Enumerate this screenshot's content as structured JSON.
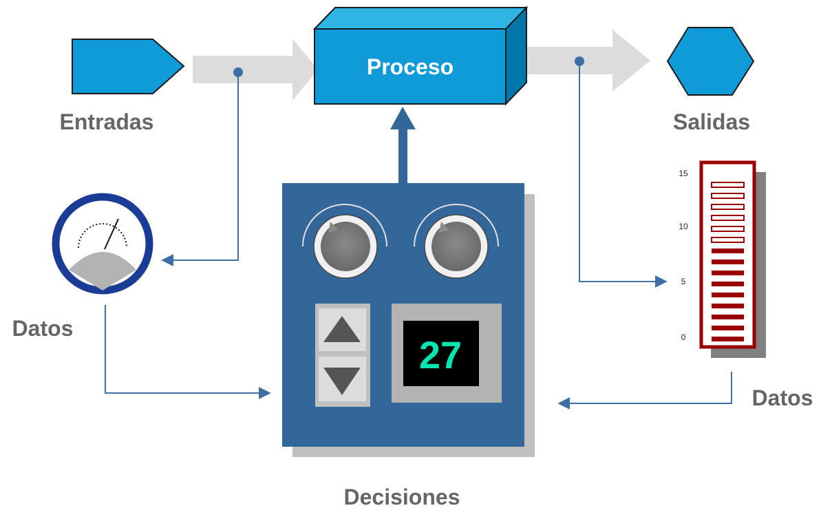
{
  "labels": {
    "entradas": "Entradas",
    "proceso": "Proceso",
    "salidas": "Salidas",
    "datos_left": "Datos",
    "datos_right": "Datos",
    "decisiones": "Decisiones"
  },
  "display": {
    "value": "27"
  },
  "scale": {
    "ticks": [
      "15",
      "10",
      "5",
      "0"
    ],
    "filled_bars": 9,
    "total_bars": 15
  },
  "colors": {
    "process_blue": "#0f9bd7",
    "panel_blue": "#336699",
    "arrow_gray": "#dcdcdc",
    "line_blue": "#3d6fa3",
    "bar_red": "#9b0000",
    "label_gray": "#666666",
    "display_text": "#00e6b0"
  },
  "icons": [
    "input-pentagon-icon",
    "output-hexagon-icon",
    "gauge-icon",
    "level-meter-icon",
    "knob-icon",
    "up-arrow-icon",
    "down-arrow-icon"
  ]
}
